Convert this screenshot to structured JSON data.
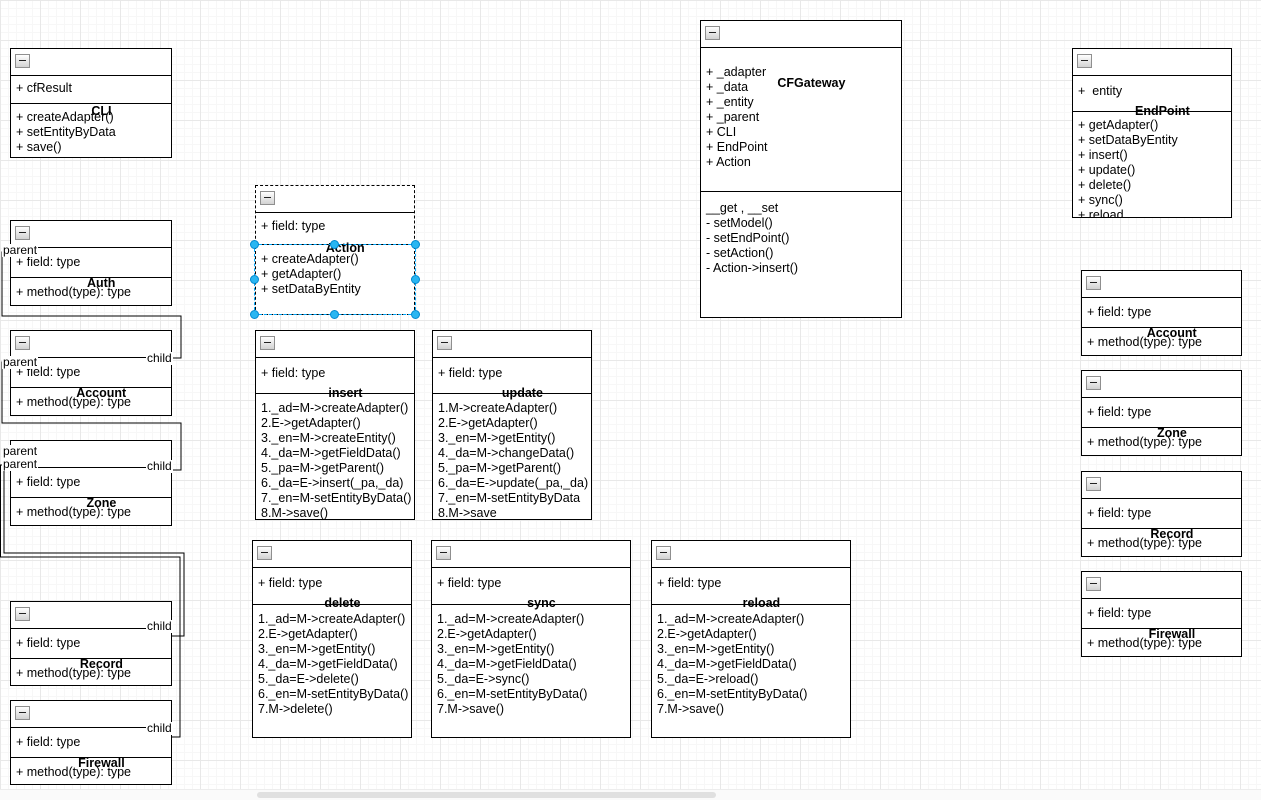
{
  "colors": {
    "selection_handle": "#29b6f2",
    "selection_outline": "#0088cf",
    "selection_dash": "#00a8ff",
    "edge_line": "#000000",
    "box_border": "#000000",
    "grid_major": "#e8e8e8",
    "grid_minor": "#f7f7f7",
    "scrollbar_thumb": "#e0e0e0"
  },
  "labels": {
    "parent": "parent",
    "child": "child"
  },
  "classes": {
    "cli": {
      "title": "CLI",
      "fields": [
        "+ cfResult"
      ],
      "methods": [
        "+ createAdapter()",
        "+ setEntityByData",
        "+ save()"
      ]
    },
    "auth": {
      "title": "Auth",
      "fields": [
        "+ field: type"
      ],
      "methods": [
        "+ method(type): type"
      ]
    },
    "account_left": {
      "title": "Account",
      "fields": [
        "+ field: type"
      ],
      "methods": [
        "+ method(type): type"
      ]
    },
    "zone_left": {
      "title": "Zone",
      "fields": [
        "+ field: type"
      ],
      "methods": [
        "+ method(type): type"
      ]
    },
    "record_left": {
      "title": "Record",
      "fields": [
        "+ field: type"
      ],
      "methods": [
        "+ method(type): type"
      ]
    },
    "firewall_left": {
      "title": "Firewall",
      "fields": [
        "+ field: type"
      ],
      "methods": [
        "+ method(type): type"
      ]
    },
    "action": {
      "title": "Action",
      "fields": [
        "+ field: type"
      ],
      "methods": [
        "+ createAdapter()",
        "+ getAdapter()",
        "+ setDataByEntity"
      ]
    },
    "insert": {
      "title": "insert",
      "fields": [
        "+ field: type"
      ],
      "methods": [
        "1._ad=M->createAdapter()",
        "2.E->getAdapter()",
        "3._en=M->createEntity()",
        "4._da=M->getFieldData()",
        "5._pa=M->getParent()",
        "6._da=E->insert(_pa,_da)",
        "7._en=M-setEntityByData()",
        "8.M->save()"
      ]
    },
    "update": {
      "title": "update",
      "fields": [
        "+ field: type"
      ],
      "methods": [
        "1.M->createAdapter()",
        "2.E->getAdapter()",
        "3._en=M->getEntity()",
        "4._da=M->changeData()",
        "5._pa=M->getParent()",
        "6._da=E->update(_pa,_da)",
        "7._en=M-setEntityByData",
        "8.M->save"
      ]
    },
    "delete": {
      "title": "delete",
      "fields": [
        "+ field: type"
      ],
      "methods": [
        "1._ad=M->createAdapter()",
        "2.E->getAdapter()",
        "3._en=M->getEntity()",
        "4._da=M->getFieldData()",
        "5._da=E->delete()",
        "6._en=M-setEntityByData()",
        "7.M->delete()"
      ]
    },
    "sync": {
      "title": "sync",
      "fields": [
        "+ field: type"
      ],
      "methods": [
        "1._ad=M->createAdapter()",
        "2.E->getAdapter()",
        "3._en=M->getEntity()",
        "4._da=M->getFieldData()",
        "5._da=E->sync()",
        "6._en=M-setEntityByData()",
        "7.M->save()"
      ]
    },
    "reload": {
      "title": "reload",
      "fields": [
        "+ field: type"
      ],
      "methods": [
        "1._ad=M->createAdapter()",
        "2.E->getAdapter()",
        "3._en=M->getEntity()",
        "4._da=M->getFieldData()",
        "5._da=E->reload()",
        "6._en=M-setEntityByData()",
        "7.M->save()"
      ]
    },
    "cfgateway": {
      "title": "CFGateway",
      "fields": [
        "+ _adapter",
        "+ _data",
        "+ _entity",
        "+ _parent",
        "+ CLI",
        "+ EndPoint",
        "+ Action"
      ],
      "methods": [
        "__get , __set",
        "- setModel()",
        "- setEndPoint()",
        "- setAction()",
        "- Action->insert()"
      ]
    },
    "endpoint": {
      "title": "EndPoint",
      "fields": [
        "+  entity"
      ],
      "methods": [
        "+ getAdapter()",
        "+ setDataByEntity",
        "+ insert()",
        "+ update()",
        "+ delete()",
        "+ sync()",
        "+ reload"
      ]
    },
    "account_right": {
      "title": "Account",
      "fields": [
        "+ field: type"
      ],
      "methods": [
        "+ method(type): type"
      ]
    },
    "zone_right": {
      "title": "Zone",
      "fields": [
        "+ field: type"
      ],
      "methods": [
        "+ method(type): type"
      ]
    },
    "record_right": {
      "title": "Record",
      "fields": [
        "+ field: type"
      ],
      "methods": [
        "+ method(type): type"
      ]
    },
    "firewall_right": {
      "title": "Firewall",
      "fields": [
        "+ field: type"
      ],
      "methods": [
        "+ method(type): type"
      ]
    }
  }
}
